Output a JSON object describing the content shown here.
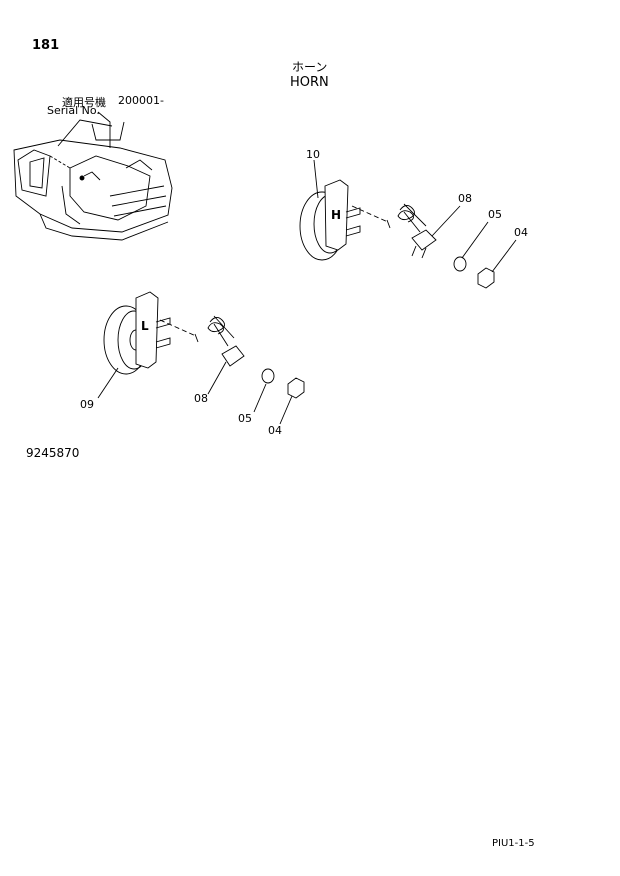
{
  "page": {
    "number": "181",
    "title_jp": "ホーン",
    "title_en": "HORN",
    "serial_label_jp": "適用号機",
    "serial_label_en": "Serial No.",
    "serial_value": "200001-",
    "drawing_number": "9245870",
    "footer_code": "PIU1-1-5"
  },
  "horn_high": {
    "letter": "H",
    "callouts": {
      "horn": "10",
      "washer_nut": "08",
      "washer": "05",
      "nut": "04"
    }
  },
  "horn_low": {
    "letter": "L",
    "callouts": {
      "horn": "09",
      "washer_nut": "08",
      "washer": "05",
      "nut": "04"
    }
  }
}
